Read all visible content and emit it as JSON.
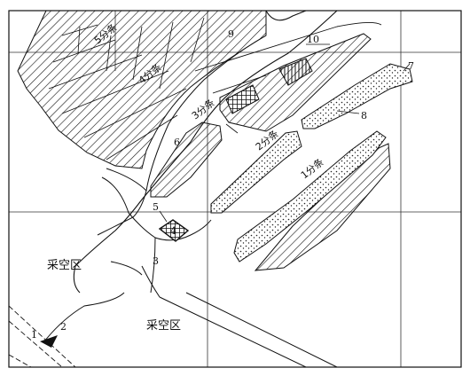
{
  "labels": {
    "n1": "1",
    "n2": "2",
    "n3": "3",
    "n4": "4",
    "n5": "5",
    "n6": "6",
    "n7": "7",
    "n8": "8",
    "n9": "9",
    "n10": "10",
    "goaf_left": "采空区",
    "goaf_bottom": "采空区",
    "strip1": "1分条",
    "strip2": "2分条",
    "strip3": "3分条",
    "strip4": "4分条",
    "strip5": "5分条"
  }
}
